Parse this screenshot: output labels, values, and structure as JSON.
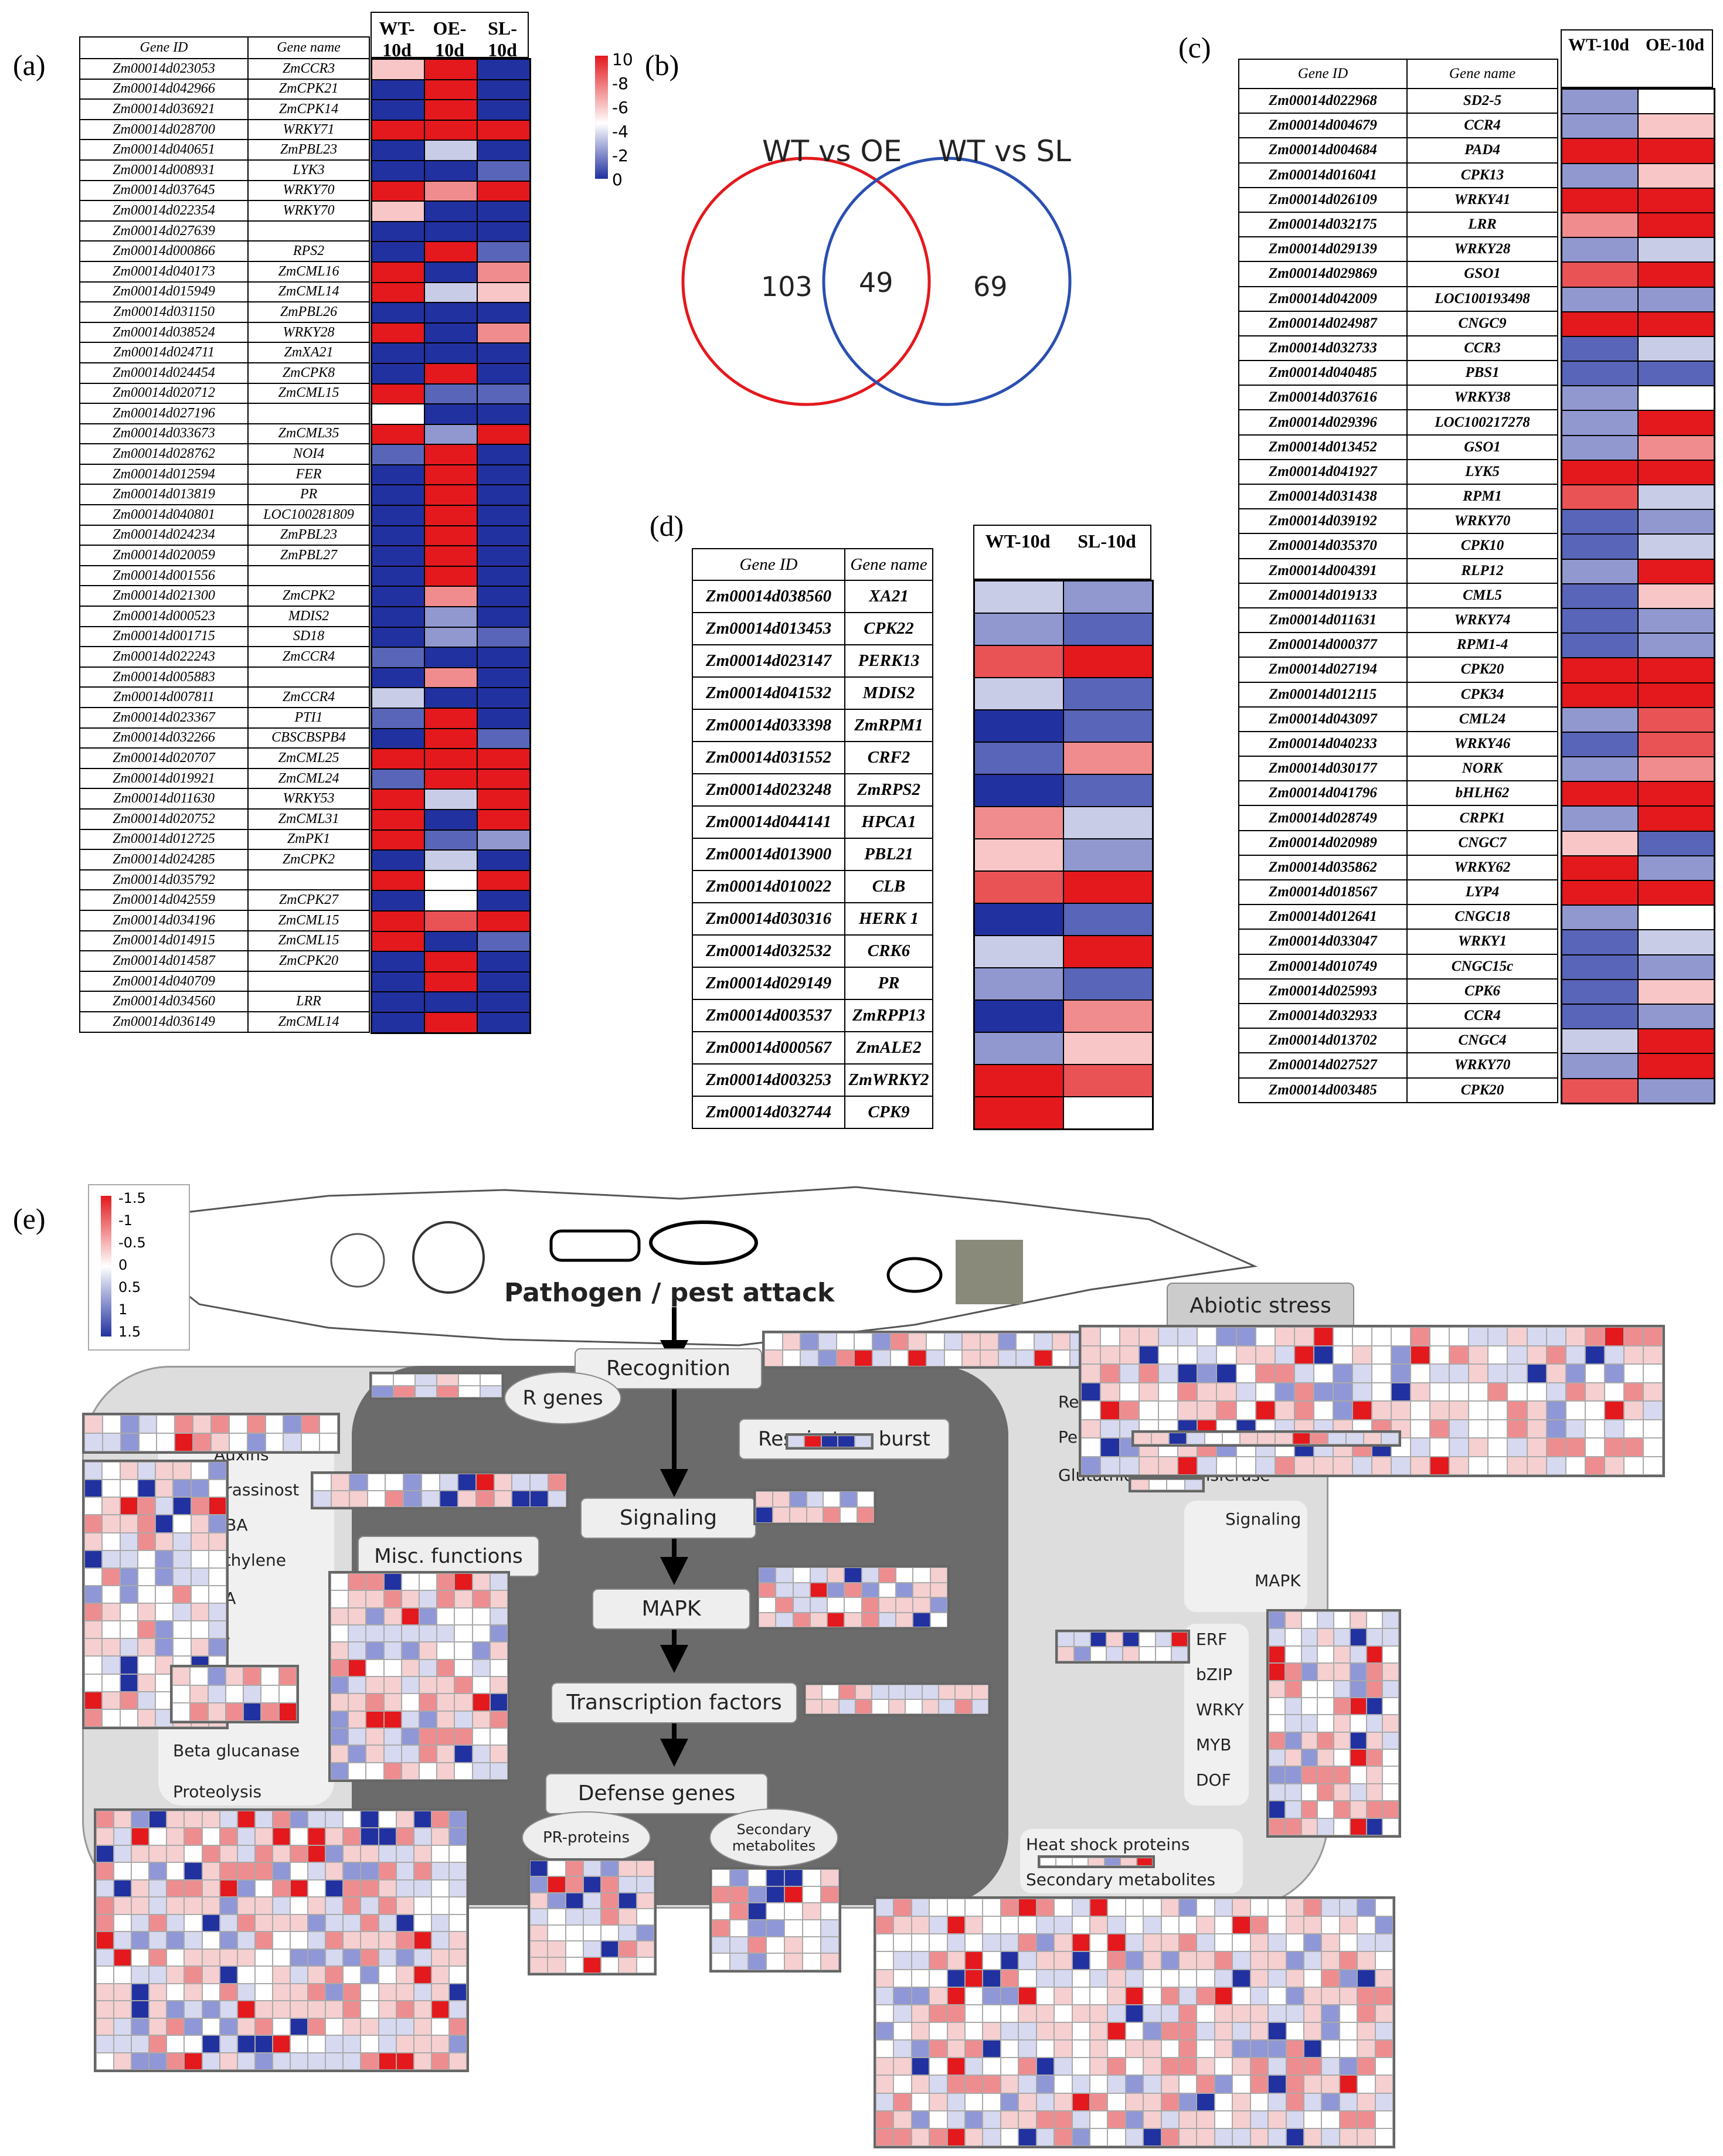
{
  "panels": {
    "a": "(a)",
    "b": "(b)",
    "c": "(c)",
    "d": "(d)",
    "e": "(e)"
  },
  "table_a": {
    "headers": [
      "Gene ID",
      "Gene name"
    ],
    "col_labels": [
      "WT-10d",
      "OE-10d",
      "SL-10d"
    ],
    "colorbar_ticks": [
      "10",
      "8",
      "6",
      "4",
      "2",
      "0"
    ],
    "rows": [
      [
        "Zm00014d023053",
        "ZmCCR3"
      ],
      [
        "Zm00014d042966",
        "ZmCPK21"
      ],
      [
        "Zm00014d036921",
        "ZmCPK14"
      ],
      [
        "Zm00014d028700",
        "WRKY71"
      ],
      [
        "Zm00014d040651",
        "ZmPBL23"
      ],
      [
        "Zm00014d008931",
        "LYK3"
      ],
      [
        "Zm00014d037645",
        "WRKY70"
      ],
      [
        "Zm00014d022354",
        "WRKY70"
      ],
      [
        "Zm00014d027639",
        ""
      ],
      [
        "Zm00014d000866",
        "RPS2"
      ],
      [
        "Zm00014d040173",
        "ZmCML16"
      ],
      [
        "Zm00014d015949",
        "ZmCML14"
      ],
      [
        "Zm00014d031150",
        "ZmPBL26"
      ],
      [
        "Zm00014d038524",
        "WRKY28"
      ],
      [
        "Zm00014d024711",
        "ZmXA21"
      ],
      [
        "Zm00014d024454",
        "ZmCPK8"
      ],
      [
        "Zm00014d020712",
        "ZmCML15"
      ],
      [
        "Zm00014d027196",
        ""
      ],
      [
        "Zm00014d033673",
        "ZmCML35"
      ],
      [
        "Zm00014d028762",
        "NOI4"
      ],
      [
        "Zm00014d012594",
        "FER"
      ],
      [
        "Zm00014d013819",
        "PR"
      ],
      [
        "Zm00014d040801",
        "LOC100281809"
      ],
      [
        "Zm00014d024234",
        "ZmPBL23"
      ],
      [
        "Zm00014d020059",
        "ZmPBL27"
      ],
      [
        "Zm00014d001556",
        ""
      ],
      [
        "Zm00014d021300",
        "ZmCPK2"
      ],
      [
        "Zm00014d000523",
        "MDIS2"
      ],
      [
        "Zm00014d001715",
        "SD18"
      ],
      [
        "Zm00014d022243",
        "ZmCCR4"
      ],
      [
        "Zm00014d005883",
        ""
      ],
      [
        "Zm00014d007811",
        "ZmCCR4"
      ],
      [
        "Zm00014d023367",
        "PTI1"
      ],
      [
        "Zm00014d032266",
        "CBSCBSPB4"
      ],
      [
        "Zm00014d020707",
        "ZmCML25"
      ],
      [
        "Zm00014d019921",
        "ZmCML24"
      ],
      [
        "Zm00014d011630",
        "WRKY53"
      ],
      [
        "Zm00014d020752",
        "ZmCML31"
      ],
      [
        "Zm00014d012725",
        "ZmPK1"
      ],
      [
        "Zm00014d024285",
        "ZmCPK2"
      ],
      [
        "Zm00014d035792",
        ""
      ],
      [
        "Zm00014d042559",
        "ZmCPK27"
      ],
      [
        "Zm00014d034196",
        "ZmCML15"
      ],
      [
        "Zm00014d014915",
        "ZmCML15"
      ],
      [
        "Zm00014d014587",
        "ZmCPK20"
      ],
      [
        "Zm00014d040709",
        ""
      ],
      [
        "Zm00014d034560",
        "LRR"
      ],
      [
        "Zm00014d036149",
        "ZmCML14"
      ]
    ],
    "heat": [
      [
        6,
        9,
        1
      ],
      [
        1,
        9,
        1
      ],
      [
        1,
        9,
        1
      ],
      [
        9,
        9,
        9
      ],
      [
        1,
        4,
        1
      ],
      [
        1,
        1,
        2
      ],
      [
        9,
        7,
        9
      ],
      [
        6,
        1,
        1
      ],
      [
        1,
        1,
        1
      ],
      [
        1,
        9,
        2
      ],
      [
        9,
        1,
        7
      ],
      [
        9,
        4,
        6
      ],
      [
        1,
        1,
        1
      ],
      [
        9,
        1,
        7
      ],
      [
        1,
        1,
        1
      ],
      [
        1,
        9,
        1
      ],
      [
        9,
        2,
        2
      ],
      [
        5,
        1,
        1
      ],
      [
        9,
        3,
        9
      ],
      [
        2,
        9,
        1
      ],
      [
        1,
        9,
        1
      ],
      [
        1,
        9,
        1
      ],
      [
        1,
        9,
        1
      ],
      [
        1,
        9,
        1
      ],
      [
        1,
        9,
        1
      ],
      [
        1,
        9,
        1
      ],
      [
        1,
        7,
        1
      ],
      [
        1,
        3,
        1
      ],
      [
        1,
        3,
        2
      ],
      [
        2,
        1,
        1
      ],
      [
        1,
        7,
        1
      ],
      [
        4,
        1,
        1
      ],
      [
        2,
        9,
        1
      ],
      [
        1,
        9,
        2
      ],
      [
        9,
        9,
        9
      ],
      [
        2,
        9,
        9
      ],
      [
        9,
        4,
        9
      ],
      [
        9,
        1,
        9
      ],
      [
        9,
        2,
        3
      ],
      [
        1,
        4,
        1
      ],
      [
        9,
        5,
        9
      ],
      [
        1,
        5,
        1
      ],
      [
        9,
        8,
        9
      ],
      [
        9,
        1,
        2
      ],
      [
        1,
        9,
        1
      ],
      [
        1,
        9,
        1
      ],
      [
        1,
        1,
        1
      ],
      [
        1,
        9,
        1
      ]
    ]
  },
  "venn": {
    "left_title": "WT vs OE",
    "right_title": "WT vs SL",
    "left_only": "103",
    "both": "49",
    "right_only": "69"
  },
  "table_c": {
    "headers": [
      "Gene ID",
      "Gene name"
    ],
    "col_labels": [
      "WT-10d",
      "OE-10d"
    ],
    "rows": [
      [
        "Zm00014d022968",
        "SD2-5"
      ],
      [
        "Zm00014d004679",
        "CCR4"
      ],
      [
        "Zm00014d004684",
        "PAD4"
      ],
      [
        "Zm00014d016041",
        "CPK13"
      ],
      [
        "Zm00014d026109",
        "WRKY41"
      ],
      [
        "Zm00014d032175",
        "LRR"
      ],
      [
        "Zm00014d029139",
        "WRKY28"
      ],
      [
        "Zm00014d029869",
        "GSO1"
      ],
      [
        "Zm00014d042009",
        "LOC100193498"
      ],
      [
        "Zm00014d024987",
        "CNGC9"
      ],
      [
        "Zm00014d032733",
        "CCR3"
      ],
      [
        "Zm00014d040485",
        "PBS1"
      ],
      [
        "Zm00014d037616",
        "WRKY38"
      ],
      [
        "Zm00014d029396",
        "LOC100217278"
      ],
      [
        "Zm00014d013452",
        "GSO1"
      ],
      [
        "Zm00014d041927",
        "LYK5"
      ],
      [
        "Zm00014d031438",
        "RPM1"
      ],
      [
        "Zm00014d039192",
        "WRKY70"
      ],
      [
        "Zm00014d035370",
        "CPK10"
      ],
      [
        "Zm00014d004391",
        "RLP12"
      ],
      [
        "Zm00014d019133",
        "CML5"
      ],
      [
        "Zm00014d011631",
        "WRKY74"
      ],
      [
        "Zm00014d000377",
        "RPM1-4"
      ],
      [
        "Zm00014d027194",
        "CPK20"
      ],
      [
        "Zm00014d012115",
        "CPK34"
      ],
      [
        "Zm00014d043097",
        "CML24"
      ],
      [
        "Zm00014d040233",
        "WRKY46"
      ],
      [
        "Zm00014d030177",
        "NORK"
      ],
      [
        "Zm00014d041796",
        "bHLH62"
      ],
      [
        "Zm00014d028749",
        "CRPK1"
      ],
      [
        "Zm00014d020989",
        "CNGC7"
      ],
      [
        "Zm00014d035862",
        "WRKY62"
      ],
      [
        "Zm00014d018567",
        "LYP4"
      ],
      [
        "Zm00014d012641",
        "CNGC18"
      ],
      [
        "Zm00014d033047",
        "WRKY1"
      ],
      [
        "Zm00014d010749",
        "CNGC15c"
      ],
      [
        "Zm00014d025993",
        "CPK6"
      ],
      [
        "Zm00014d032933",
        "CCR4"
      ],
      [
        "Zm00014d013702",
        "CNGC4"
      ],
      [
        "Zm00014d027527",
        "WRKY70"
      ],
      [
        "Zm00014d003485",
        "CPK20"
      ]
    ],
    "heat": [
      [
        3,
        5
      ],
      [
        3,
        6
      ],
      [
        9,
        9
      ],
      [
        3,
        6
      ],
      [
        9,
        9
      ],
      [
        7,
        9
      ],
      [
        3,
        4
      ],
      [
        8,
        9
      ],
      [
        3,
        3
      ],
      [
        9,
        9
      ],
      [
        2,
        4
      ],
      [
        2,
        2
      ],
      [
        3,
        5
      ],
      [
        3,
        9
      ],
      [
        3,
        7
      ],
      [
        9,
        9
      ],
      [
        8,
        4
      ],
      [
        2,
        3
      ],
      [
        2,
        4
      ],
      [
        3,
        9
      ],
      [
        2,
        6
      ],
      [
        2,
        3
      ],
      [
        2,
        3
      ],
      [
        9,
        9
      ],
      [
        9,
        9
      ],
      [
        3,
        8
      ],
      [
        2,
        8
      ],
      [
        3,
        7
      ],
      [
        9,
        9
      ],
      [
        3,
        9
      ],
      [
        6,
        2
      ],
      [
        9,
        3
      ],
      [
        9,
        9
      ],
      [
        3,
        5
      ],
      [
        2,
        4
      ],
      [
        2,
        3
      ],
      [
        2,
        6
      ],
      [
        2,
        3
      ],
      [
        4,
        9
      ],
      [
        3,
        9
      ],
      [
        8,
        3
      ]
    ]
  },
  "table_d": {
    "headers": [
      "Gene ID",
      "Gene name"
    ],
    "col_labels": [
      "WT-10d",
      "SL-10d"
    ],
    "rows": [
      [
        "Zm00014d038560",
        "XA21"
      ],
      [
        "Zm00014d013453",
        "CPK22"
      ],
      [
        "Zm00014d023147",
        "PERK13"
      ],
      [
        "Zm00014d041532",
        "MDIS2"
      ],
      [
        "Zm00014d033398",
        "ZmRPM1"
      ],
      [
        "Zm00014d031552",
        "CRF2"
      ],
      [
        "Zm00014d023248",
        "ZmRPS2"
      ],
      [
        "Zm00014d044141",
        "HPCA1"
      ],
      [
        "Zm00014d013900",
        "PBL21"
      ],
      [
        "Zm00014d010022",
        "CLB"
      ],
      [
        "Zm00014d030316",
        "HERK 1"
      ],
      [
        "Zm00014d032532",
        "CRK6"
      ],
      [
        "Zm00014d029149",
        "PR"
      ],
      [
        "Zm00014d003537",
        "ZmRPP13"
      ],
      [
        "Zm00014d000567",
        "ZmALE2"
      ],
      [
        "Zm00014d003253",
        "ZmWRKY2"
      ],
      [
        "Zm00014d032744",
        "CPK9"
      ]
    ],
    "heat": [
      [
        4,
        3
      ],
      [
        3,
        2
      ],
      [
        8,
        9
      ],
      [
        4,
        2
      ],
      [
        1,
        2
      ],
      [
        2,
        7
      ],
      [
        1,
        2
      ],
      [
        7,
        4
      ],
      [
        6,
        3
      ],
      [
        8,
        9
      ],
      [
        1,
        2
      ],
      [
        4,
        9
      ],
      [
        3,
        2
      ],
      [
        1,
        7
      ],
      [
        3,
        6
      ],
      [
        9,
        8
      ],
      [
        9,
        5
      ]
    ]
  },
  "panel_e": {
    "colorbar_ticks": [
      "-1.5",
      "-1",
      "-0.5",
      "0",
      "0.5",
      "1",
      "1.5"
    ],
    "title": "Pathogen / pest attack",
    "abiotic": "Abiotic stress",
    "recognition": "Recognition",
    "r_genes": "R genes",
    "resp_burst": "Respiratory burst",
    "signaling": "Signaling",
    "mapk": "MAPK",
    "tf": "Transcription factors",
    "defense": "Defense genes",
    "pr": "PR-proteins",
    "secondary": "Secondary metabolites",
    "misc": "Misc. functions",
    "hormones": [
      "Auxins",
      "Brassinost",
      "ABA",
      "Ethylene",
      "SA",
      "JA"
    ],
    "beta": "Beta glucanase",
    "proteolysis": "Proteolysis",
    "redox": "Redox state",
    "peroxidases": "Peroxidases",
    "gst": "Glutathione-S-transferase",
    "right_signaling": "Signaling",
    "right_mapk": "MAPK",
    "right_tf": [
      "ERF",
      "bZIP",
      "WRKY",
      "MYB",
      "DOF"
    ],
    "hsp": "Heat shock proteins",
    "sec_met": "Secondary metabolites"
  },
  "colors": {
    "high": "#e3191d",
    "low": "#2231a0",
    "mid": "#ffffff"
  }
}
